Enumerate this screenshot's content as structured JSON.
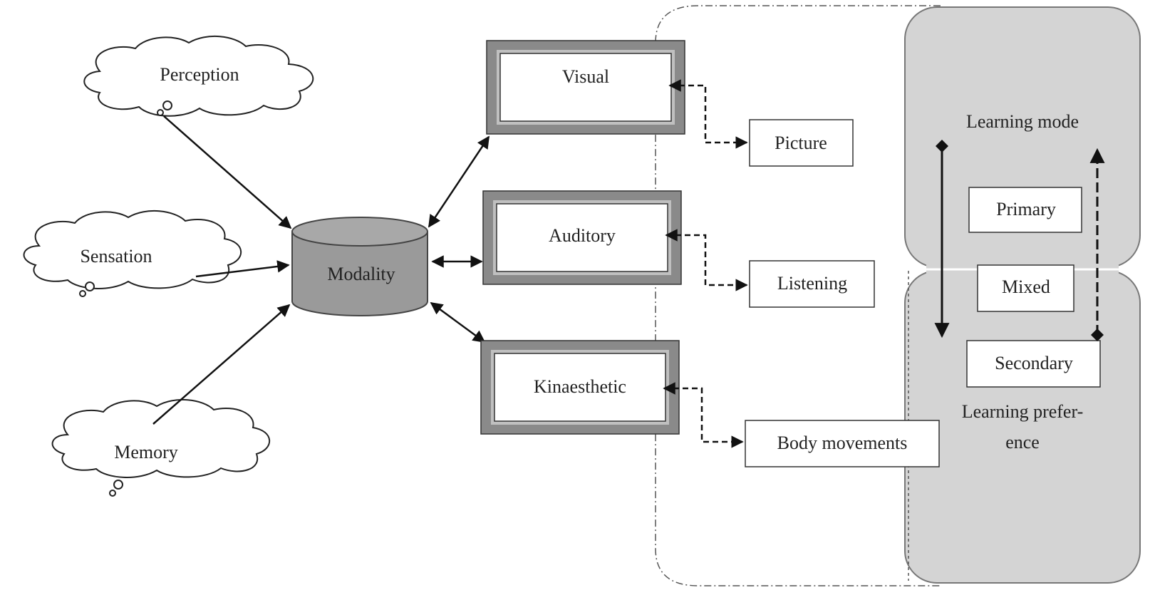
{
  "clouds": {
    "perception": "Perception",
    "sensation": "Sensation",
    "memory": "Memory"
  },
  "center": {
    "modality": "Modality"
  },
  "modes": {
    "visual": "Visual",
    "auditory": "Auditory",
    "kinaesthetic": "Kinaesthetic"
  },
  "activities": {
    "picture": "Picture",
    "listening": "Listening",
    "body_movements": "Body movements"
  },
  "panel": {
    "learning_mode": "Learning mode",
    "primary": "Primary",
    "mixed": "Mixed",
    "secondary": "Secondary",
    "learning_preference_line1": "Learning prefer-",
    "learning_preference_line2": "ence"
  },
  "colors": {
    "panel_fill": "#d4d4d4",
    "cylinder_fill": "#9a9a9a",
    "frame_gray": "#8a8a8a",
    "line": "#111111"
  }
}
